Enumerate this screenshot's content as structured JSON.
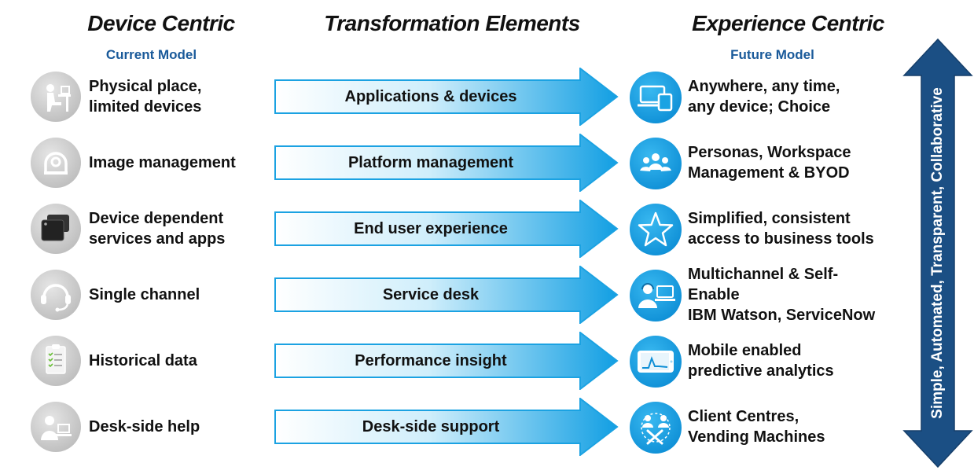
{
  "headers": {
    "left_title": "Device Centric",
    "middle_title": "Transformation Elements",
    "right_title": "Experience Centric",
    "left_subtitle": "Current Model",
    "right_subtitle": "Future Model"
  },
  "rows": [
    {
      "current": "Physical place,\nlimited devices",
      "element": "Applications & devices",
      "future": "Anywhere, any time,\nany device; Choice",
      "left_icon": "desk-worker-icon",
      "right_icon": "devices-icon"
    },
    {
      "current": "Image management",
      "element": "Platform management",
      "future": "Personas, Workspace\nManagement & BYOD",
      "left_icon": "disk-image-icon",
      "right_icon": "people-group-icon"
    },
    {
      "current": "Device dependent\nservices and apps",
      "element": "End user experience",
      "future": "Simplified, consistent\naccess to business tools",
      "left_icon": "stacked-devices-icon",
      "right_icon": "star-icon"
    },
    {
      "current": "Single channel",
      "element": "Service desk",
      "future": "Multichannel & Self-\nEnable\nIBM Watson, ServiceNow",
      "left_icon": "headset-icon",
      "right_icon": "agent-screen-icon"
    },
    {
      "current": "Historical data",
      "element": "Performance insight",
      "future": "Mobile enabled\npredictive analytics",
      "left_icon": "clipboard-checklist-icon",
      "right_icon": "mobile-chart-icon"
    },
    {
      "current": "Desk-side help",
      "element": "Desk-side support",
      "future": "Client Centres,\nVending Machines",
      "left_icon": "helpdesk-person-icon",
      "right_icon": "client-tools-icon"
    }
  ],
  "side_arrow": {
    "label": "Simple, Automated, Transparent, Collaborative"
  },
  "colors": {
    "arrow_dark": "#1ea7e6",
    "arrow_light": "#eef8fd",
    "icon_blue": "#1aa3e3",
    "icon_grey": "#d0d0d0",
    "side_arrow": "#1b4f84",
    "subtitle": "#1a5a9a"
  }
}
